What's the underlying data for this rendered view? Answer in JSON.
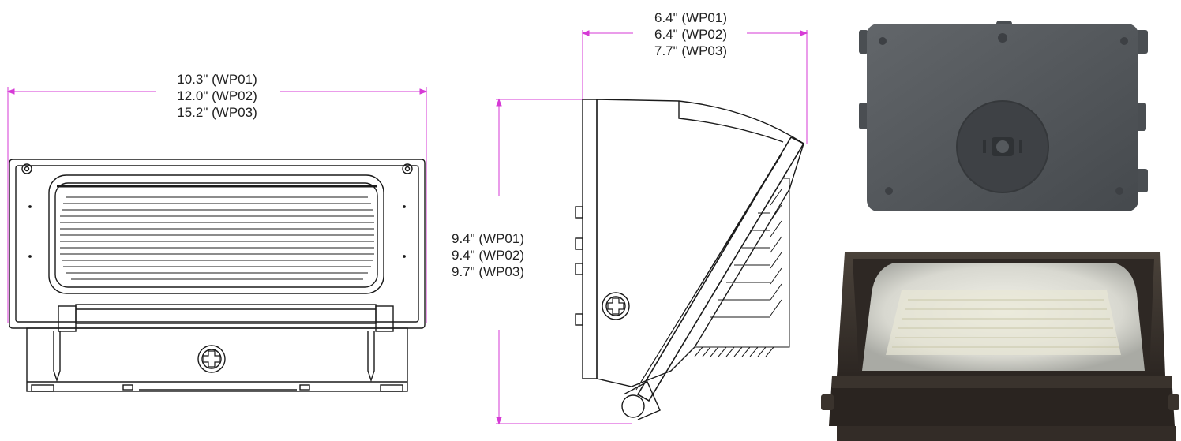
{
  "dimensions": {
    "width": {
      "wp01": "10.3\" (WP01)",
      "wp02": "12.0\" (WP02)",
      "wp03": "15.2\" (WP03)"
    },
    "depth": {
      "wp01": "6.4\" (WP01)",
      "wp02": "6.4\" (WP02)",
      "wp03": "7.7\" (WP03)"
    },
    "height": {
      "wp01": "9.4\" (WP01)",
      "wp02": "9.4\" (WP02)",
      "wp03": "9.7\" (WP03)"
    }
  },
  "colors": {
    "dimension_line": "#d63ad6",
    "outline": "#1a1a1a",
    "housing_gray": "#54585c",
    "housing_bronze": "#3b342e",
    "lens": "#dcdcd6"
  }
}
